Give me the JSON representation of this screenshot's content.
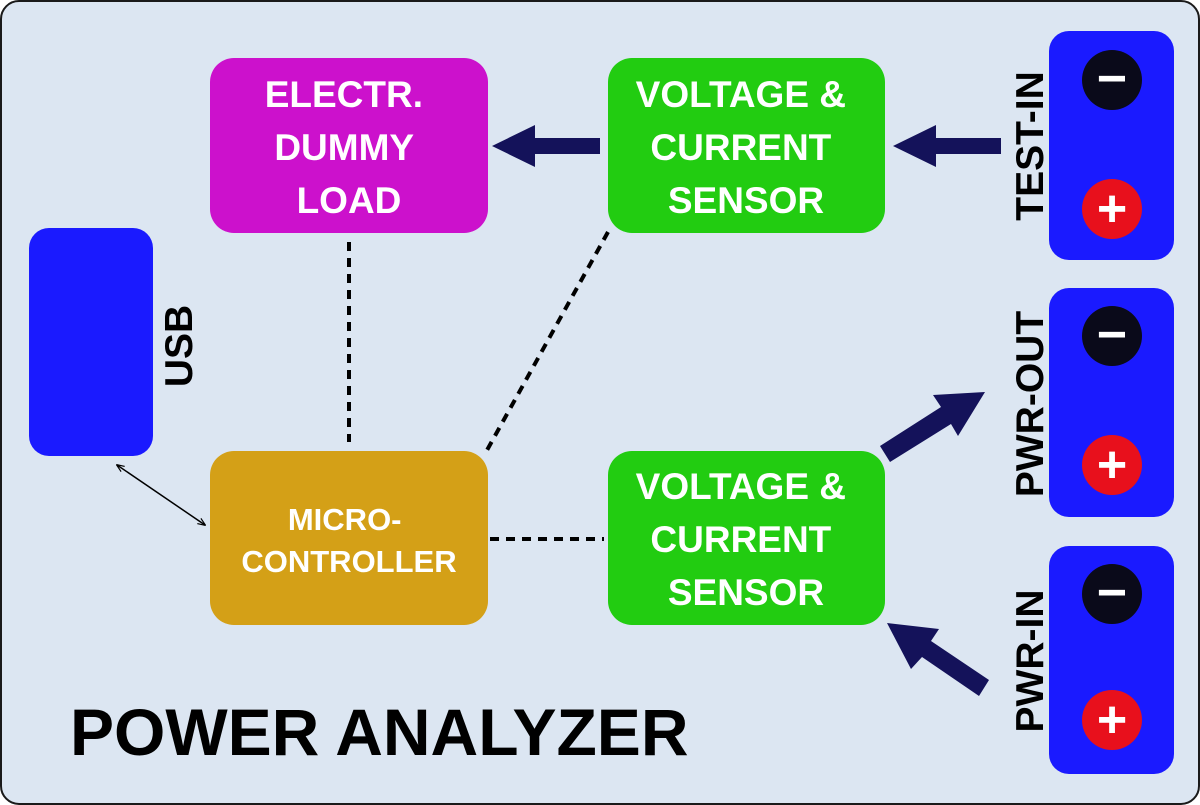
{
  "title": "POWER ANALYZER",
  "blocks": {
    "dummy_load": {
      "lines": [
        "ELECTR.",
        "DUMMY",
        "LOAD"
      ]
    },
    "sensor_top": {
      "lines": [
        "VOLTAGE &",
        "CURRENT",
        "SENSOR"
      ]
    },
    "sensor_bottom": {
      "lines": [
        "VOLTAGE &",
        "CURRENT",
        "SENSOR"
      ]
    },
    "microcontroller": {
      "lines": [
        "MICRO-",
        "CONTROLLER"
      ]
    }
  },
  "usb": {
    "label": "USB"
  },
  "ports": {
    "test_in": {
      "label": "TEST-IN",
      "minus": "−",
      "plus": "+"
    },
    "pwr_out": {
      "label": "PWR-OUT",
      "minus": "−",
      "plus": "+"
    },
    "pwr_in": {
      "label": "PWR-IN",
      "minus": "−",
      "plus": "+"
    }
  },
  "colors": {
    "background": "#dce6f2",
    "dummy_load": "#cc11cc",
    "sensor": "#22cc11",
    "microcontroller": "#d4a017",
    "usb": "#1a1aff",
    "port": "#1a1aff",
    "arrow": "#14125a",
    "terminal_minus": "#0a0a1a",
    "terminal_plus": "#e8101c"
  }
}
